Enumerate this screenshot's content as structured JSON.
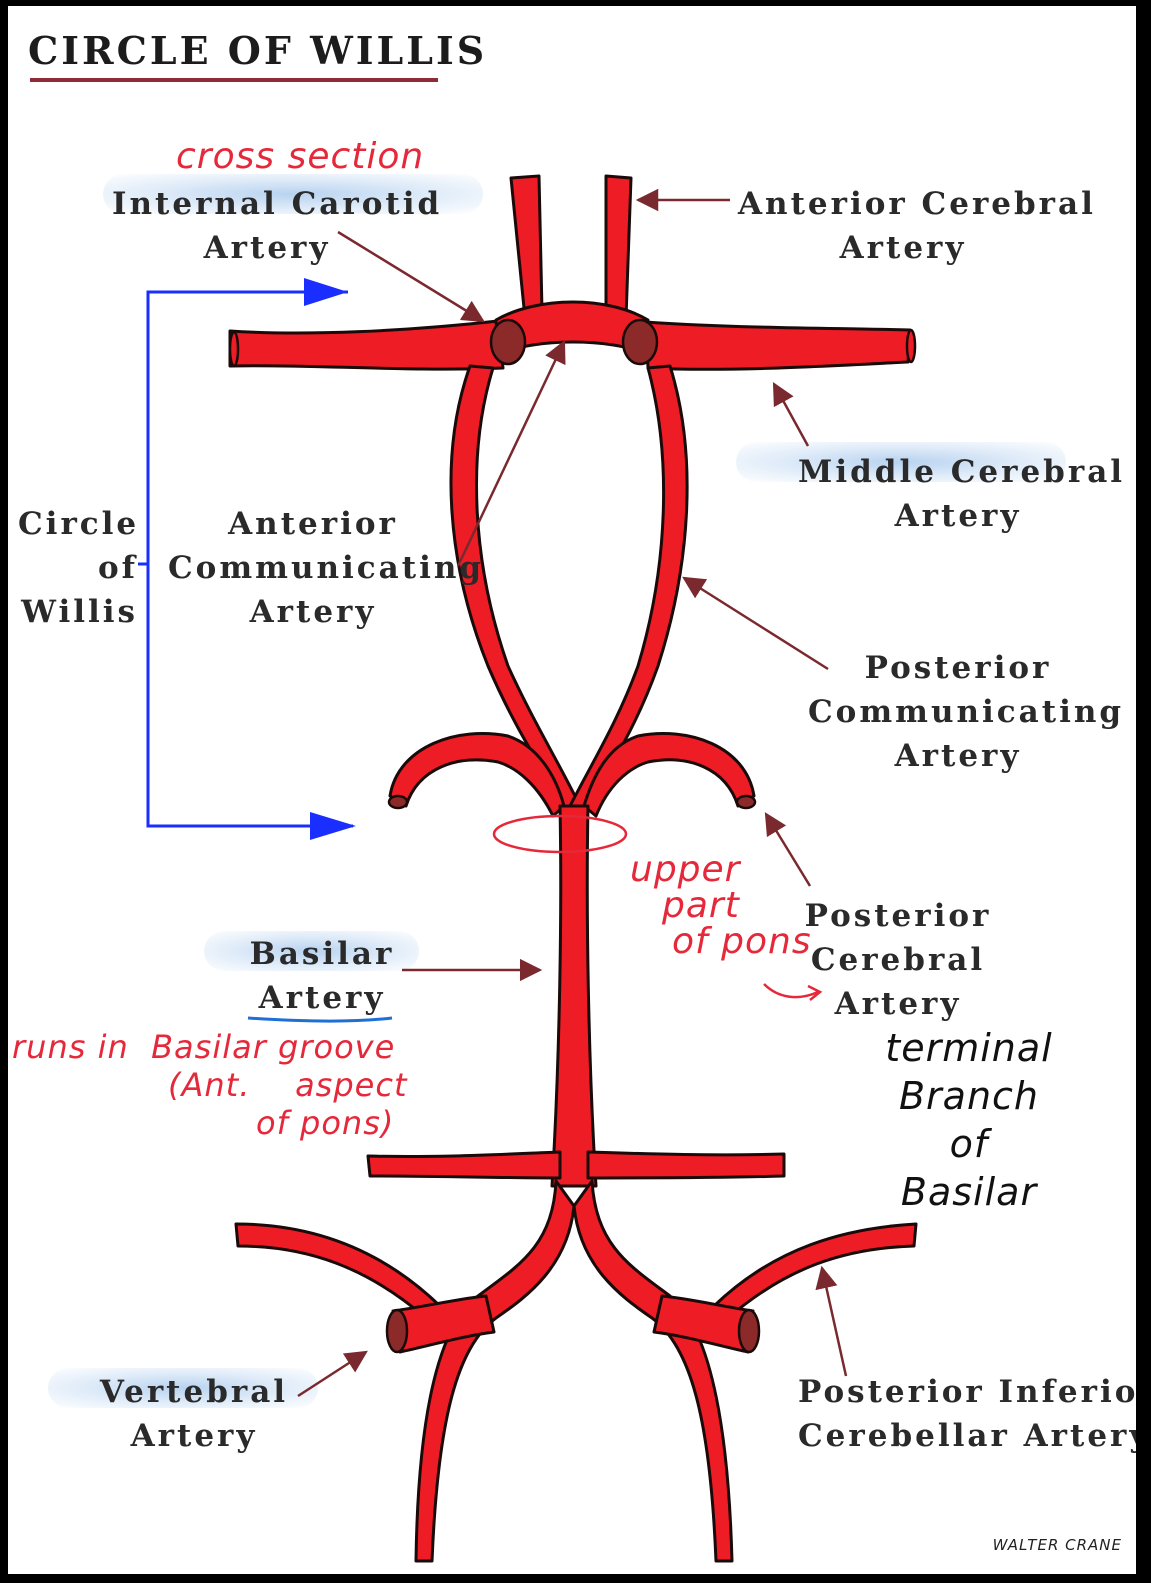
{
  "title": "CIRCLE OF WILLIS",
  "labels": {
    "internal_carotid": [
      "Internal Carotid",
      "Artery"
    ],
    "anterior_cerebral": [
      "Anterior Cerebral",
      "Artery"
    ],
    "middle_cerebral": [
      "Middle Cerebral",
      "Artery"
    ],
    "circle_of_willis": [
      "Circle",
      "of",
      "Willis"
    ],
    "anterior_communicating": [
      "Anterior",
      "Communicating",
      "Artery"
    ],
    "posterior_communicating": [
      "Posterior",
      "Communicating",
      "Artery"
    ],
    "posterior_cerebral": [
      "Posterior",
      "Cerebral",
      "Artery"
    ],
    "basilar": [
      "Basilar",
      "Artery"
    ],
    "vertebral": [
      "Vertebral",
      "Artery"
    ],
    "pica": [
      "Posterior Inferior",
      "Cerebellar Artery"
    ]
  },
  "handwritten": {
    "cross_section": "cross section",
    "upper_pons": [
      "upper",
      "part",
      "of pons"
    ],
    "basilar_groove": [
      "runs in",
      "Basilar groove",
      "(Ant.",
      "aspect",
      "of pons)"
    ],
    "terminal_branch": [
      "terminal",
      "Branch",
      "of",
      "Basilar"
    ]
  },
  "signature": "WALTER CRANE",
  "colors": {
    "artery": "#ee1c24",
    "artery_outline": "#1a0a0a",
    "vessel_cut": "#8c2a2a",
    "pointer_arrow": "#7a2a2e",
    "bracket": "#1a2eff",
    "annotation_red": "#e5283a",
    "highlight": "#b9d3f0"
  }
}
